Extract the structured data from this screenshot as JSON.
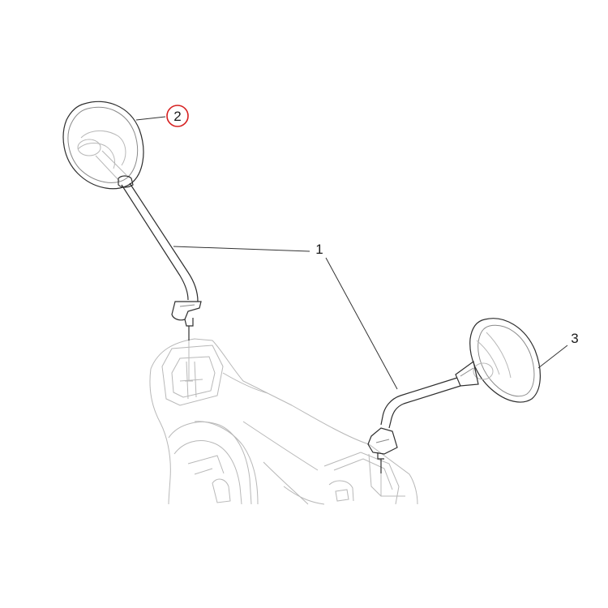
{
  "diagram": {
    "callouts": [
      {
        "id": "1",
        "label": "1"
      },
      {
        "id": "2",
        "label": "2",
        "highlighted": true
      },
      {
        "id": "3",
        "label": "3"
      }
    ]
  },
  "colors": {
    "line": "#2e2e2e",
    "highlight_ring": "#d62020",
    "ghost_line": "#b8b8b8"
  }
}
